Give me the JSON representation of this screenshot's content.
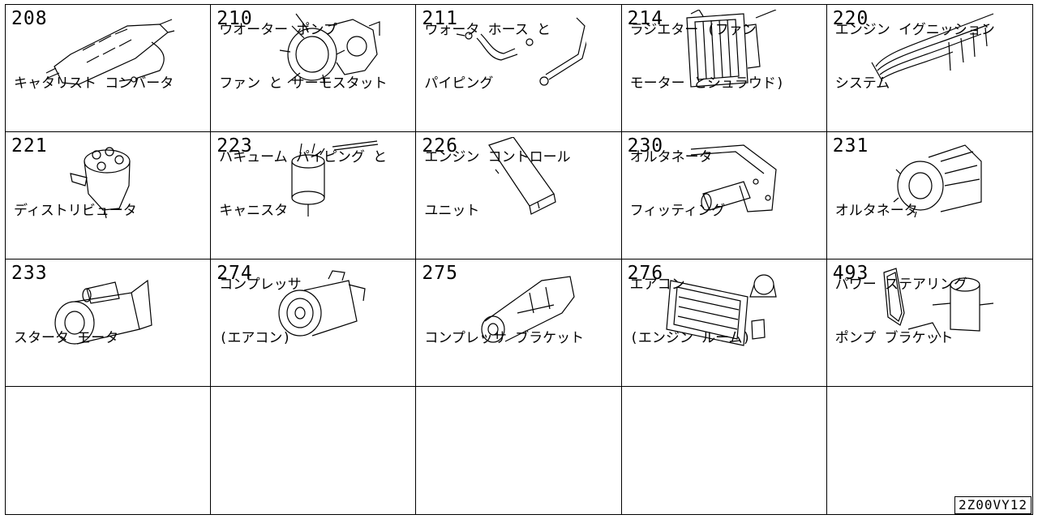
{
  "cells": [
    {
      "code": "208",
      "lines": [
        "キャタリスト コンバータ"
      ],
      "icon": "catalytic-converter-icon"
    },
    {
      "code": "210",
      "lines": [
        "ウオーター ポンプ",
        "ファン と サーモスタット"
      ],
      "icon": "water-pump-icon"
    },
    {
      "code": "211",
      "lines": [
        "ウォータ ホース と",
        "パイピング"
      ],
      "icon": "water-hose-icon"
    },
    {
      "code": "214",
      "lines": [
        "ラジエター (ファン",
        "モーター とシュラウド)"
      ],
      "icon": "radiator-icon"
    },
    {
      "code": "220",
      "lines": [
        "エンジン イグニッション",
        "システム"
      ],
      "icon": "ignition-wires-icon"
    },
    {
      "code": "221",
      "lines": [
        "ディストリビュータ"
      ],
      "icon": "distributor-icon"
    },
    {
      "code": "223",
      "lines": [
        "バキューム パイピング と",
        "キャニスタ"
      ],
      "icon": "vacuum-canister-icon"
    },
    {
      "code": "226",
      "lines": [
        "エンジン コントロール",
        "ユニット"
      ],
      "icon": "control-unit-icon"
    },
    {
      "code": "230",
      "lines": [
        "オルタネータ",
        "フィッティング"
      ],
      "icon": "alternator-bracket-icon"
    },
    {
      "code": "231",
      "lines": [
        "オルタネータ"
      ],
      "icon": "alternator-icon"
    },
    {
      "code": "233",
      "lines": [
        "スタータ モータ"
      ],
      "icon": "starter-motor-icon"
    },
    {
      "code": "274",
      "lines": [
        "コンプレッサ",
        "(エアコン)"
      ],
      "icon": "ac-compressor-icon"
    },
    {
      "code": "275",
      "lines": [
        "コンプレッサ ブラケット"
      ],
      "icon": "compressor-bracket-icon"
    },
    {
      "code": "276",
      "lines": [
        "エアコン",
        "(エンジン ルーム)"
      ],
      "icon": "ac-condenser-icon"
    },
    {
      "code": "493",
      "lines": [
        "パワー ステアリング",
        "ポンプ ブラケット"
      ],
      "icon": "power-steering-pump-icon"
    }
  ],
  "diagram_id": "2Z00VY12"
}
